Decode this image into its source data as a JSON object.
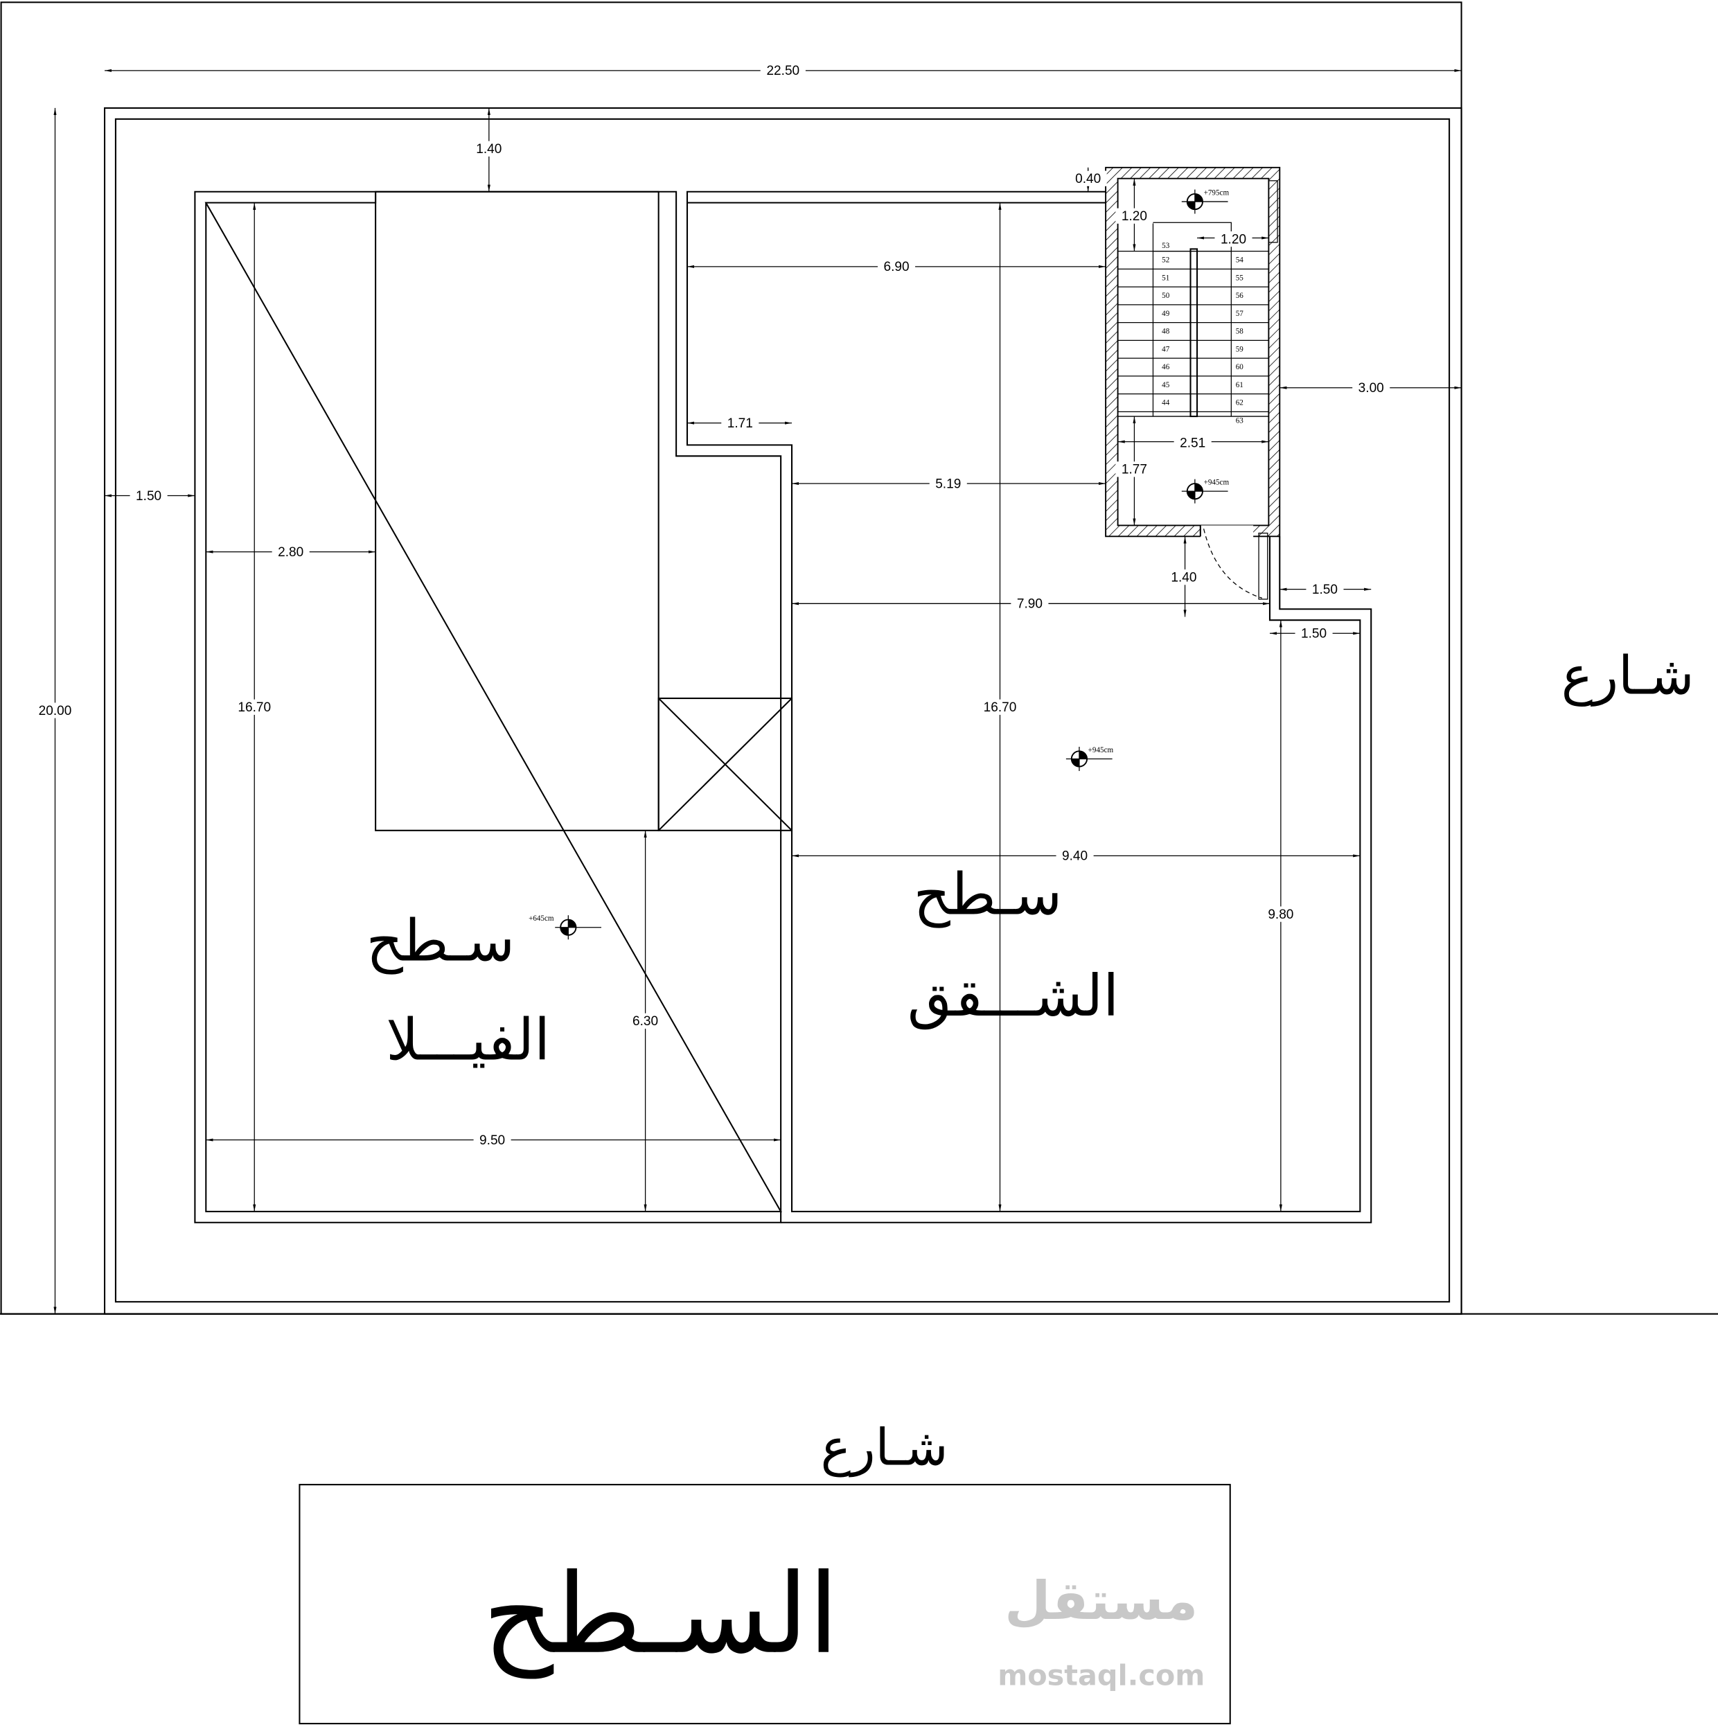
{
  "labels": {
    "street_right": "شـارع",
    "street_bottom": "شـارع",
    "villa_roof_line1": "سـطح",
    "villa_roof_line2": "الفيـــلا",
    "apartments_roof_line1": "سـطح",
    "apartments_roof_line2": "الشـــقق",
    "sheet_title": "السـطح",
    "watermark": "مستقل",
    "watermark_url": "mostaql.com"
  },
  "levels": [
    "+795cm",
    "+945cm",
    "+945cm",
    "+645cm"
  ],
  "dimensions": {
    "total_width": "22.50",
    "total_depth": "20.00",
    "front_setback_top": "1.40",
    "side_setback_left": "1.50",
    "villa_strip_width": "2.80",
    "villa_depth_left": "16.70",
    "villa_width": "9.50",
    "villa_lower_depth": "6.30",
    "apt_top_width": "6.90",
    "notch_width": "1.71",
    "apt_mid_width": "5.19",
    "apt_lower_width": "7.90",
    "apt_depth": "16.70",
    "apt_bottom_width": "9.40",
    "apt_right_depth": "9.80",
    "right_setback": "3.00",
    "stair_wall": "0.40",
    "stair_landing_top": "1.20",
    "stair_flight_width": "1.20",
    "stair_width": "2.51",
    "stair_landing_bottom": "1.77",
    "entry_depth": "1.40",
    "offset_a": "1.50",
    "offset_b": "1.50"
  },
  "stairs": {
    "left_flight": [
      "53",
      "52",
      "51",
      "50",
      "49",
      "48",
      "47",
      "46",
      "45",
      "44"
    ],
    "right_flight": [
      "54",
      "55",
      "56",
      "57",
      "58",
      "59",
      "60",
      "61",
      "62",
      "63"
    ]
  }
}
